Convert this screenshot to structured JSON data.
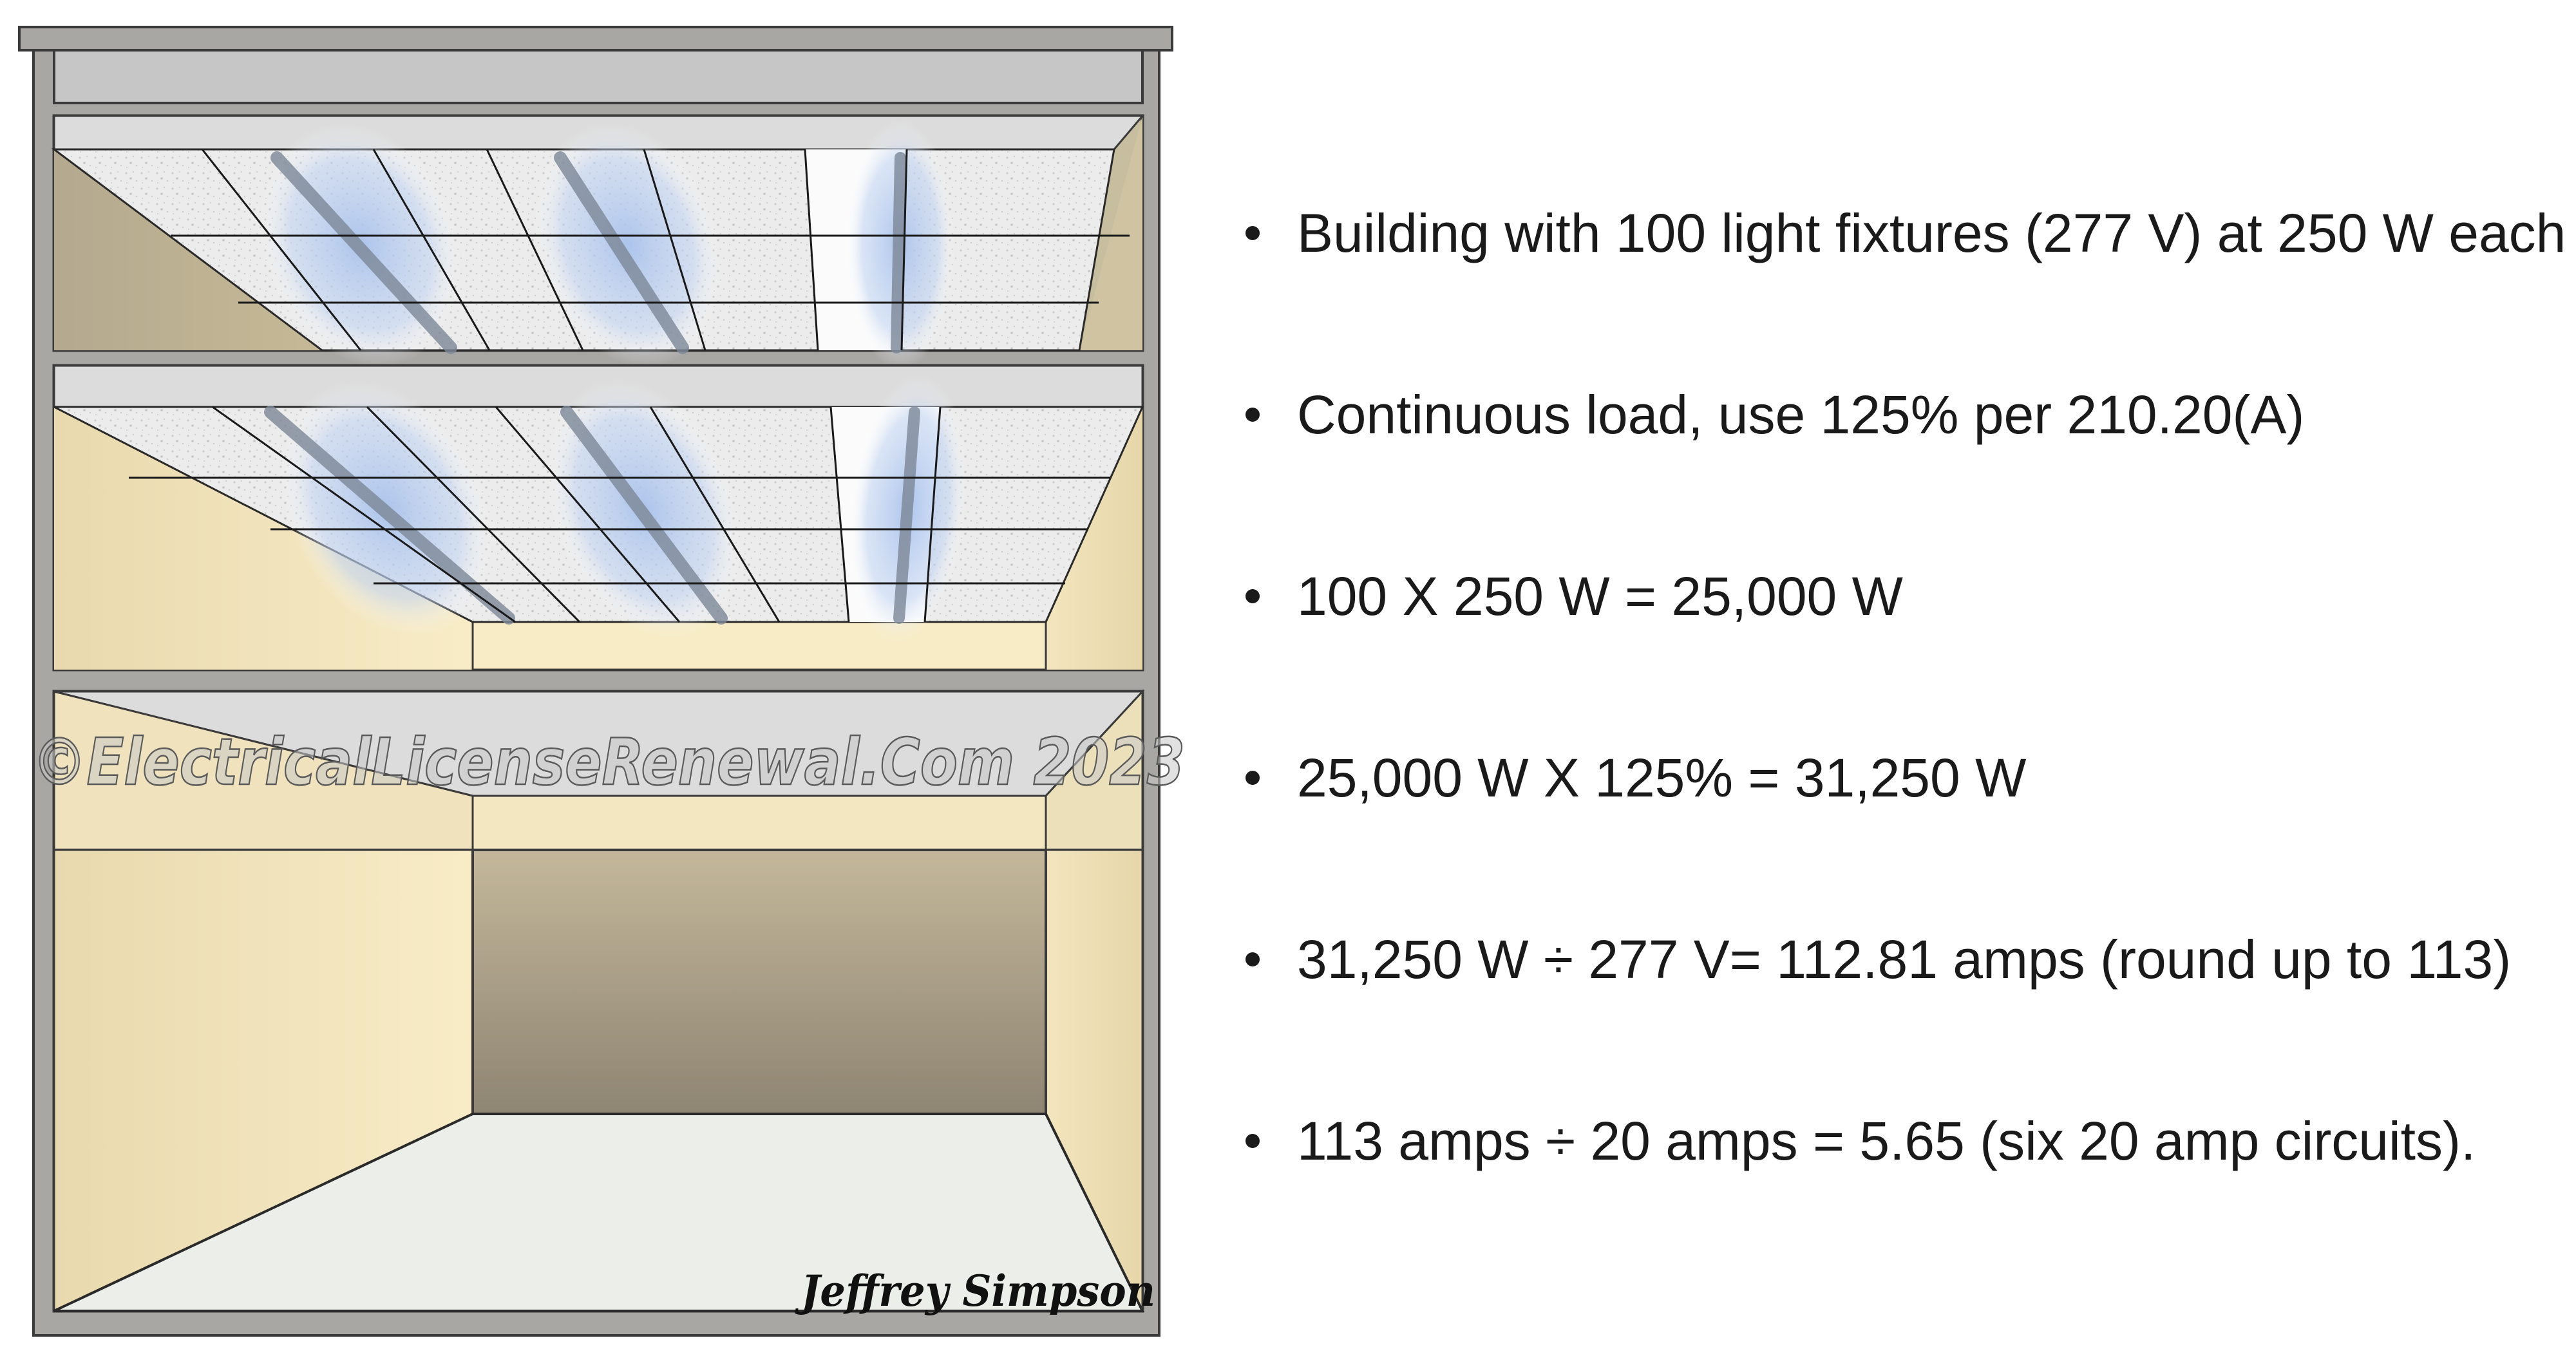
{
  "bullets": [
    "Building with 100 light fixtures (277 V) at 250 W each",
    "Continuous load, use 125% per 210.20(A)",
    "100 X 250 W = 25,000 W",
    "25,000 W X 125% = 31,250 W",
    "31,250 W ÷ 277 V= 112.81 amps (round up to 113)",
    "113 amps ÷ 20 amps = 5.65 (six 20 amp circuits)."
  ],
  "watermark": "©ElectricalLicenseRenewal.Com 2023",
  "signature": "Jeffrey Simpson",
  "colors": {
    "frame_gray": "#a9a7a4",
    "wall_light": "#f6e9c3",
    "wall_dark": "#9a8f78",
    "ceiling_tile": "#eeeeee",
    "light_glow": "#bcd0ee",
    "floor": "#eceeea",
    "text": "#1a1a1a"
  }
}
